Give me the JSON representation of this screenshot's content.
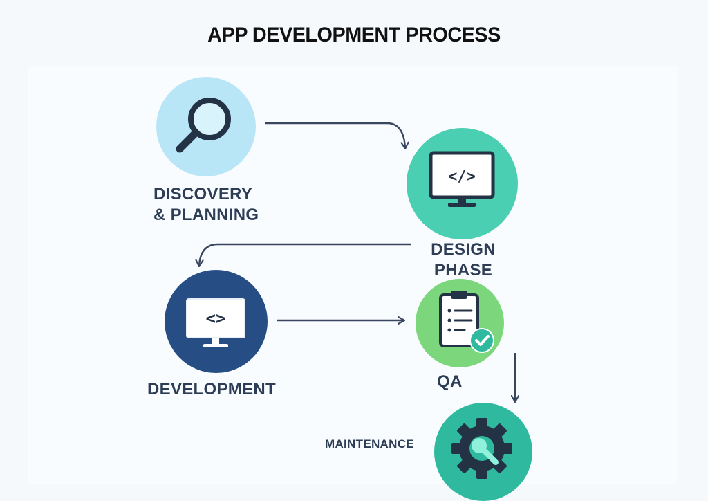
{
  "title": "APP DEVELOPMENT PROCESS",
  "steps": [
    {
      "label": "DISCOVERY\n& PLANNING",
      "icon": "magnifier-icon",
      "color": "#b9e6f7"
    },
    {
      "label": "DESIGN\nPHASE",
      "icon": "monitor-code-icon",
      "color": "#4bcfb3"
    },
    {
      "label": "DEVELOPMENT",
      "icon": "monitor-chevrons-icon",
      "color": "#264d84"
    },
    {
      "label": "QA",
      "icon": "clipboard-check-icon",
      "color": "#7cd67b"
    },
    {
      "label": "MAINTENANCE",
      "icon": "gear-wrench-icon",
      "color": "#2fb99f"
    }
  ],
  "colors": {
    "ink": "#2d3d55",
    "arrow": "#3a4660"
  }
}
